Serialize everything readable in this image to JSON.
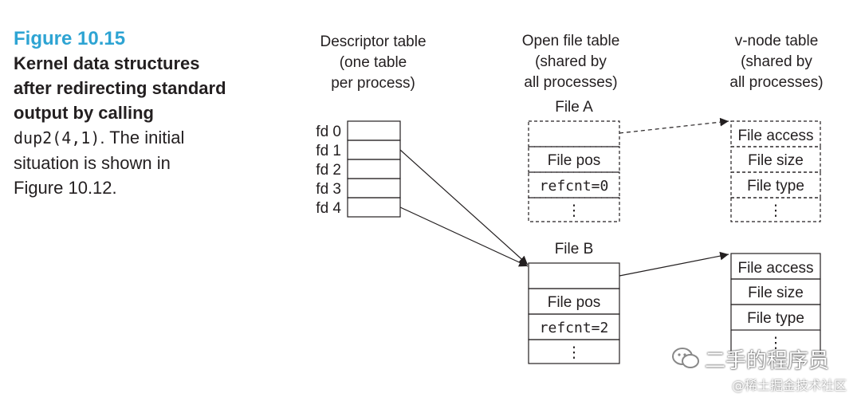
{
  "caption": {
    "figure_number": "Figure 10.15",
    "title_lines": [
      "Kernel data structures",
      "after redirecting standard",
      "output by calling"
    ],
    "code": "dup2(4,1)",
    "rest_after_code": ". The initial",
    "rest_lines": [
      "situation is shown in",
      "Figure 10.12."
    ]
  },
  "descriptor_table": {
    "heading_lines": [
      "Descriptor table",
      "(one table",
      "per process)"
    ],
    "rows": [
      "fd 0",
      "fd 1",
      "fd 2",
      "fd 3",
      "fd 4"
    ]
  },
  "open_file_table": {
    "heading_lines": [
      "Open file table",
      "(shared by",
      "all processes)"
    ],
    "file_a": {
      "name": "File A",
      "fields": [
        "",
        "File pos",
        "refcnt=0",
        "⋮"
      ]
    },
    "file_b": {
      "name": "File B",
      "fields": [
        "",
        "File pos",
        "refcnt=2",
        "⋮"
      ]
    }
  },
  "vnode_table": {
    "heading_lines": [
      "v-node table",
      "(shared by",
      "all processes)"
    ],
    "vnode_a": {
      "fields": [
        "File access",
        "File size",
        "File type",
        "⋮"
      ]
    },
    "vnode_b": {
      "fields": [
        "File access",
        "File size",
        "File type",
        "⋮"
      ]
    }
  },
  "watermark": {
    "name": "二手的程序员",
    "site": "@稀土掘金技术社区"
  },
  "colors": {
    "caption_accent": "#2ea4d3",
    "ink": "#231f20"
  }
}
